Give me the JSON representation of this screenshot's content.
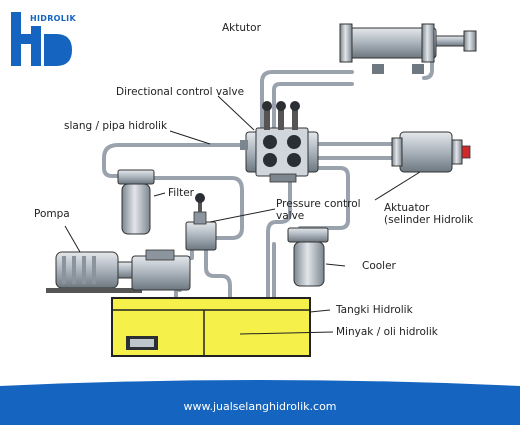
{
  "brand": {
    "name": "HIDROLIK",
    "color": "#1565c0",
    "footer_url": "www.jualselanghidrolik.com",
    "footer_color": "#1565c0"
  },
  "labels": {
    "actuator_top": "Aktutor",
    "directional_valve": "Directional control valve",
    "hose": "slang / pipa hidrolik",
    "filter": "Filter",
    "pump": "Pompa",
    "pressure_valve_line1": "Pressure control",
    "pressure_valve_line2": "valve",
    "actuator_right_line1": "Aktuator",
    "actuator_right_line2": "(selinder Hidrolik",
    "cooler": "Cooler",
    "tank": "Tangki Hidrolik",
    "oil": "Minyak / oli hidrolik"
  },
  "colors": {
    "oil": "#f5f04a",
    "pipe": "#9aa3ad",
    "component": "#b9c2ca",
    "outline": "#222222"
  }
}
